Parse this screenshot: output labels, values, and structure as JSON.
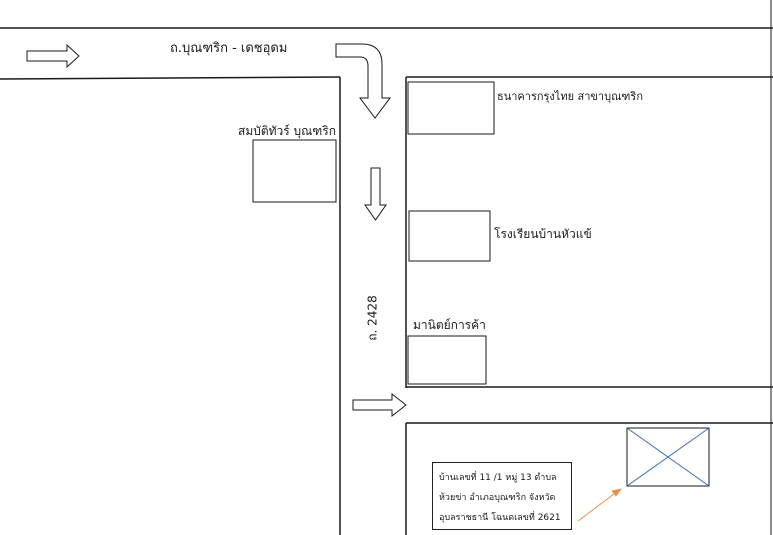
{
  "map": {
    "road_main_label": "ถ.บุณฑริก - เดชอุดม",
    "road_side_label": "ถ. 2428",
    "places": {
      "bank": "ธนาคารกรุงไทย สาขาบุณฑริก",
      "store_left": "สมบัติทัวร์ บุณฑริก",
      "school": "โรงเรียนบ้านหัวแข้",
      "shop": "มานิตย์การค้า"
    },
    "address": {
      "line1": "บ้านเลขที่ 11 /1 หมู่ 13 ตำบล",
      "line2": "ห้วยข่า อำเภอบุณฑริก จังหวัด",
      "line3": "อุบลราชธานี โฉนดเลขที่ 2621"
    }
  },
  "colors": {
    "line": "#1a1a1a",
    "pointer_arrow": "#e8914a",
    "target_cross": "#3b6fb6"
  }
}
